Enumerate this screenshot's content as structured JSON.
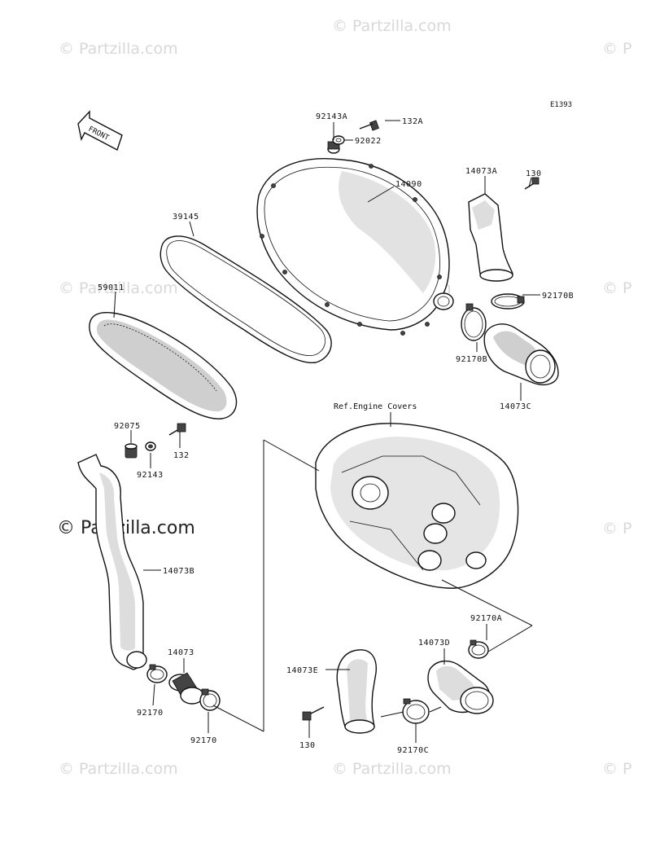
{
  "diagram": {
    "code": "E1393",
    "front_label": "FRONT",
    "ref_label": "Ref.Engine Covers",
    "watermark": "© Partzilla.com",
    "watermark_short": "© P"
  },
  "parts": {
    "p92143A": "92143A",
    "p132A": "132A",
    "p92022": "92022",
    "p14090": "14090",
    "p14073A": "14073A",
    "p130a": "130",
    "p39145": "39145",
    "p59011": "59011",
    "p92170B_top": "92170B",
    "p92170B_left": "92170B",
    "p14073C": "14073C",
    "p92075": "92075",
    "p92143": "92143",
    "p132": "132",
    "p14073B": "14073B",
    "p14073": "14073",
    "p92170_a": "92170",
    "p92170_b": "92170",
    "p92170A": "92170A",
    "p14073D": "14073D",
    "p14073E": "14073E",
    "p130b": "130",
    "p92170C": "92170C"
  }
}
